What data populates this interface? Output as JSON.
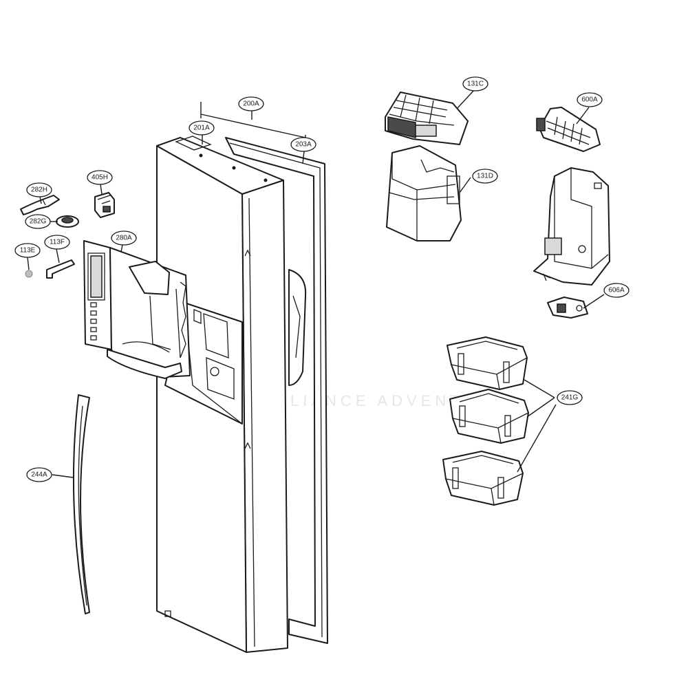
{
  "callouts": {
    "c200A": "200A",
    "c201A": "201A",
    "c203A": "203A",
    "c131C": "131C",
    "c131D": "131D",
    "c600A": "600A",
    "c606A": "606A",
    "c282H": "282H",
    "c282G": "282G",
    "c405H": "405H",
    "c113E": "113E",
    "c113F": "113F",
    "c280A": "280A",
    "c244A": "244A",
    "c241G": "241G"
  },
  "watermark": "APPLIANCE ADVENTURE"
}
